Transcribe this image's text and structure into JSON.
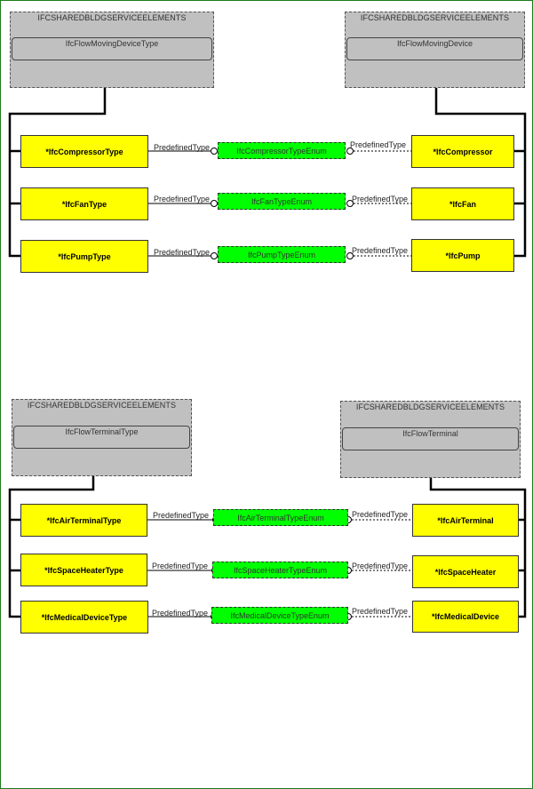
{
  "top": {
    "left_schema": {
      "title": "IFCSHAREDBLDGSERVICEELEMENTS",
      "entity": "IfcFlowMovingDeviceType"
    },
    "right_schema": {
      "title": "IFCSHAREDBLDGSERVICEELEMENTS",
      "entity": "IfcFlowMovingDevice"
    },
    "rows": [
      {
        "type": "*IfcCompressorType",
        "enum": "IfcCompressorTypeEnum",
        "occurrence": "*IfcCompressor",
        "rel_left": "PredefinedType",
        "rel_right": "PredefinedType"
      },
      {
        "type": "*IfcFanType",
        "enum": "IfcFanTypeEnum",
        "occurrence": "*IfcFan",
        "rel_left": "PredefinedType",
        "rel_right": "PredefinedType"
      },
      {
        "type": "*IfcPumpType",
        "enum": "IfcPumpTypeEnum",
        "occurrence": "*IfcPump",
        "rel_left": "PredefinedType",
        "rel_right": "PredefinedType"
      }
    ]
  },
  "bottom": {
    "left_schema": {
      "title": "IFCSHAREDBLDGSERVICEELEMENTS",
      "entity": "IfcFlowTerminalType"
    },
    "right_schema": {
      "title": "IFCSHAREDBLDGSERVICEELEMENTS",
      "entity": "IfcFlowTerminal"
    },
    "rows": [
      {
        "type": "*IfcAirTerminalType",
        "enum": "IfcAirTerminalTypeEnum",
        "occurrence": "*IfcAirTerminal",
        "rel_left": "PredefinedType",
        "rel_right": "PredefinedType"
      },
      {
        "type": "*IfcSpaceHeaterType",
        "enum": "IfcSpaceHeaterTypeEnum",
        "occurrence": "*IfcSpaceHeater",
        "rel_left": "PredefinedType",
        "rel_right": "PredefinedType"
      },
      {
        "type": "*IfcMedicalDeviceType",
        "enum": "IfcMedicalDeviceTypeEnum",
        "occurrence": "*IfcMedicalDevice",
        "rel_left": "PredefinedType",
        "rel_right": "PredefinedType"
      }
    ]
  },
  "colors": {
    "entity_fill": "#ffff00",
    "enum_fill": "#00ff00",
    "schema_fill": "#c0c0c0",
    "frame": "#1e7a1e"
  }
}
